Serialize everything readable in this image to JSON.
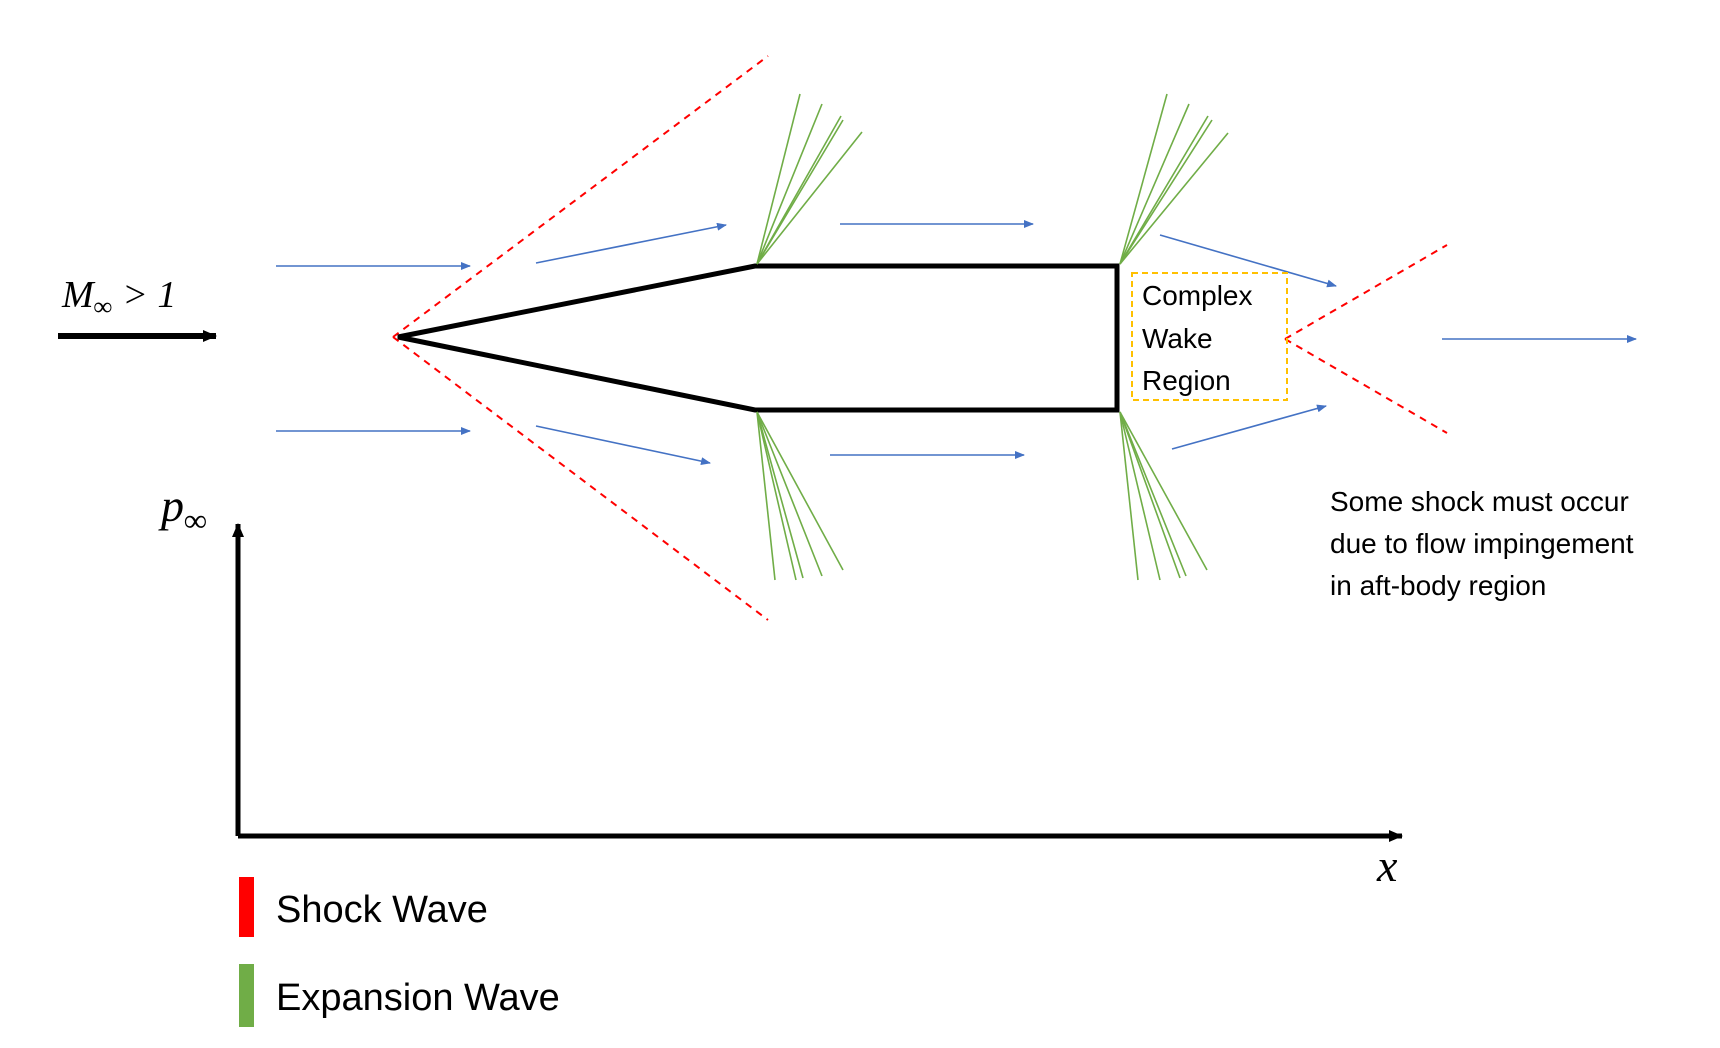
{
  "freestream": {
    "mach_symbol": "M",
    "mach_subscript": "∞",
    "mach_relation": "> 1"
  },
  "axes": {
    "y_symbol": "p",
    "y_subscript": "∞",
    "x_symbol": "x"
  },
  "wake": {
    "line1": "Complex",
    "line2": "Wake",
    "line3": "Region"
  },
  "annotation": {
    "line1": "Some shock must occur",
    "line2": "due to flow impingement",
    "line3": "in aft-body region"
  },
  "legend": [
    {
      "label": "Shock Wave",
      "color": "#ff0000"
    },
    {
      "label": "Expansion Wave",
      "color": "#70ad47"
    }
  ],
  "colors": {
    "shock": "#ff0000",
    "expansion": "#70ad47",
    "streamline": "#4472c4",
    "body": "#000000",
    "wake_box": "#ffc000"
  }
}
